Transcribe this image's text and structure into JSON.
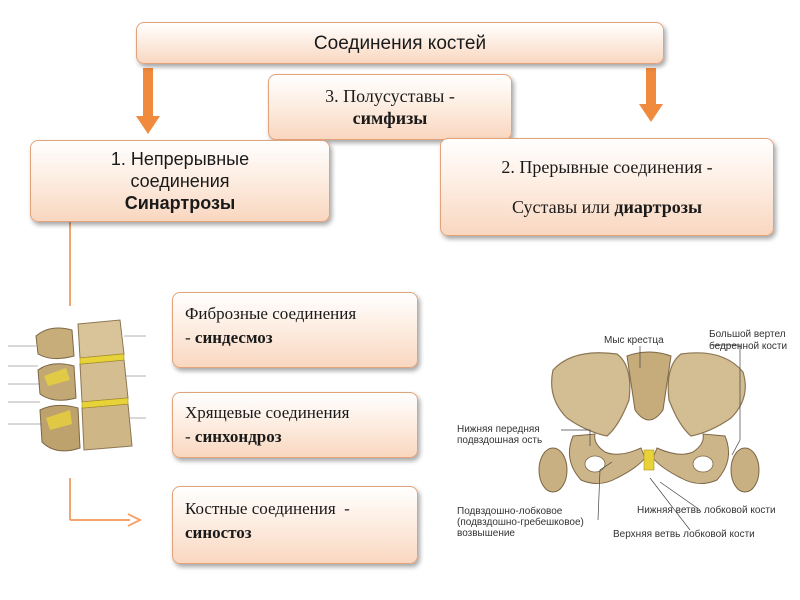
{
  "title": "Соединения костей",
  "semi": {
    "line1": "3. Полусуставы -",
    "line2": "симфизы"
  },
  "continuous": {
    "line1": "1. Непрерывные",
    "line2": "соединения",
    "line3": "Синартрозы"
  },
  "discontinuous": {
    "line1": "2. Прерывные соединения -",
    "line2_prefix": "Суставы или",
    "line2_bold": "диартрозы"
  },
  "subtypes": [
    {
      "line1": "Фиброзные соединения",
      "line2_prefix": "-",
      "line2_bold": "синдесмоз"
    },
    {
      "line1": "Хрящевые соединения",
      "line2_prefix": "-",
      "line2_bold": "синхондроз"
    },
    {
      "line1": "Костные соединения  -",
      "line2_prefix": "",
      "line2_bold": "синостоз"
    }
  ],
  "pelvis_labels": {
    "sacral_promontory": "Мыс крестца",
    "greater_trochanter_1": "Большой вертел",
    "greater_trochanter_2": "бедренной кости",
    "anterior_inferior_spine_1": "Нижняя передняя",
    "anterior_inferior_spine_2": "подвздошная ость",
    "iliopubic_eminence_1": "Подвздошно-лобковое",
    "iliopubic_eminence_2": "(подвздошно-гребешковое)",
    "iliopubic_eminence_3": "возвышение",
    "inferior_pubic_ramus": "Нижняя ветвь лобковой кости",
    "superior_pubic_ramus": "Верхняя ветвь лобковой кости"
  },
  "colors": {
    "arrow": "#f08a3c",
    "box_border": "#e3a37a",
    "box_bottom": "#f9d7c0",
    "bone": "#d9c49a",
    "cartilage": "#e8d23a"
  }
}
